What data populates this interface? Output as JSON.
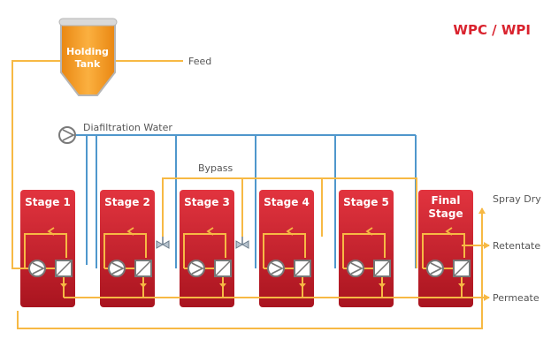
{
  "header": {
    "label": "WPC / WPI",
    "color": "#d9232e"
  },
  "tank": {
    "line1": "Holding",
    "line2": "Tank"
  },
  "labels": {
    "feed": "Feed",
    "diafiltration": "Diafiltration Water",
    "bypass": "Bypass",
    "spray_dry": "Spray Dry",
    "retentate": "Retentate",
    "permeate": "Permeate"
  },
  "stages": [
    {
      "line1": "Stage 1",
      "line2": ""
    },
    {
      "line1": "Stage 2",
      "line2": ""
    },
    {
      "line1": "Stage 3",
      "line2": ""
    },
    {
      "line1": "Stage 4",
      "line2": ""
    },
    {
      "line1": "Stage 5",
      "line2": ""
    },
    {
      "line1": "Final",
      "line2": "Stage"
    }
  ],
  "colors": {
    "stage_red": "#d4202f",
    "stage_dark": "#a81522",
    "process_line": "#f7b944",
    "water_line": "#4f97cc",
    "tank_orange": "#f59a1e",
    "text_gray": "#555555"
  },
  "icons": {
    "pump": "pump-icon",
    "filter": "membrane-filter-icon",
    "valve": "valve-icon",
    "arrow": "arrow-icon"
  }
}
